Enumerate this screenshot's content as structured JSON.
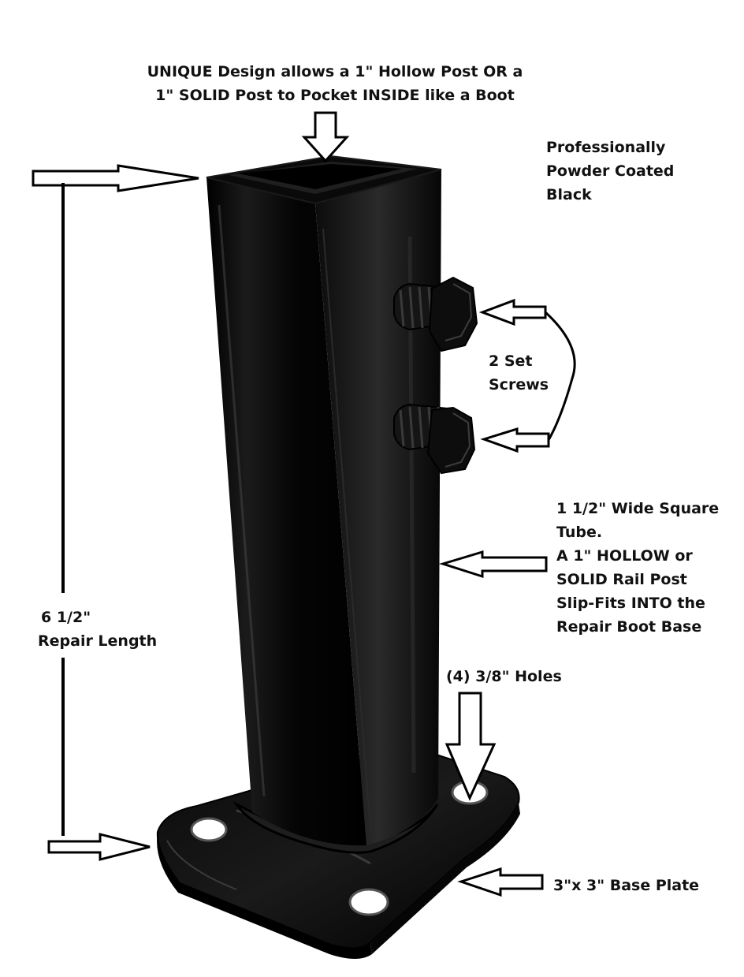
{
  "annotations": {
    "top_note": [
      "UNIQUE Design allows a 1\" Hollow Post OR a",
      "1\" SOLID Post to Pocket INSIDE like a Boot"
    ],
    "finish": [
      "Professionally",
      "Powder Coated",
      "Black"
    ],
    "set_screws": [
      "2 Set",
      "Screws"
    ],
    "tube": [
      "1 1/2\" Wide Square",
      "Tube.",
      "A 1\" HOLLOW or",
      "SOLID Rail Post",
      "Slip-Fits INTO the",
      "Repair Boot Base"
    ],
    "length": [
      "6 1/2\"",
      "Repair Length"
    ],
    "holes": [
      "(4) 3/8\" Holes"
    ],
    "base_plate": [
      "3\"x 3\" Base Plate"
    ]
  },
  "colors": {
    "product": "#050505",
    "arrow_outline": "#000000",
    "text": "#111111"
  },
  "photo": {
    "subject": "black-powder-coated-square-post-repair-boot"
  }
}
